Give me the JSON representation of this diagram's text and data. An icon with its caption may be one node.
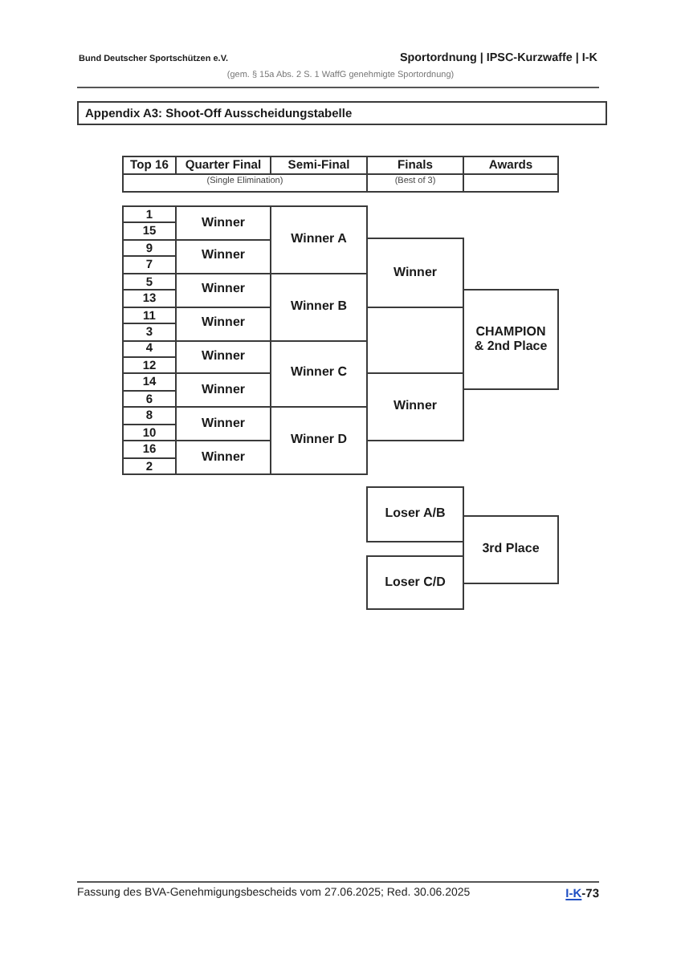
{
  "diagram": {
    "title": "Appendix A3: Shoot-Off Ausscheidungstabelle",
    "nodes": [
      {
        "text": [
          "1"
        ]
      },
      {
        "text": [
          "15"
        ]
      },
      {
        "text": [
          "9"
        ]
      },
      {
        "text": [
          "7"
        ]
      },
      {
        "text": [
          "5"
        ]
      },
      {
        "text": [
          "13"
        ]
      },
      {
        "text": [
          "11"
        ]
      },
      {
        "text": [
          "3"
        ]
      },
      {
        "text": [
          "4"
        ]
      },
      {
        "text": [
          "12"
        ]
      },
      {
        "text": [
          "14"
        ]
      },
      {
        "text": [
          "6"
        ]
      },
      {
        "text": [
          "8"
        ]
      },
      {
        "text": [
          "10"
        ]
      },
      {
        "text": [
          "16"
        ]
      },
      {
        "text": [
          "2"
        ]
      },
      {
        "text": [
          "Winner"
        ]
      },
      {
        "text": [
          "Winner"
        ]
      },
      {
        "text": [
          "Winner"
        ]
      },
      {
        "text": [
          "Winner"
        ]
      },
      {
        "text": [
          "Winner"
        ]
      },
      {
        "text": [
          "Winner"
        ]
      },
      {
        "text": [
          "Winner"
        ]
      },
      {
        "text": [
          "Winner"
        ]
      },
      {
        "text": [
          "Winner A"
        ]
      },
      {
        "text": [
          "Winner B"
        ]
      },
      {
        "text": [
          "Winner C"
        ]
      },
      {
        "text": [
          "Winner D"
        ]
      },
      {
        "text": [
          "Winner"
        ]
      },
      {
        "text": [
          "Winner"
        ]
      },
      {
        "text": [
          "CHAMPION & 2nd Place"
        ]
      },
      {
        "text": [
          "Loser A/B"
        ]
      },
      {
        "text": [
          "Loser C/D"
        ]
      },
      {
        "text": [
          "3rd Place"
        ]
      }
    ],
    "labels": [
      "Bund Deutscher Sportschützen e.V.",
      "Sportordnung | IPSC-Kurzwaffe | I-K",
      "(gem. § 15a Abs. 2 S. 1 WaffG genehmigte Sportordnung)",
      "Top 16",
      "Quarter Final",
      "Semi-Final",
      "Finals",
      "Awards",
      "(Single Elimination)",
      "(Best of 3)",
      "Fassung des BVA-Genehmigungsbescheids vom 27.06.2025; Red. 30.06.2025",
      "I-K",
      "-73"
    ]
  }
}
